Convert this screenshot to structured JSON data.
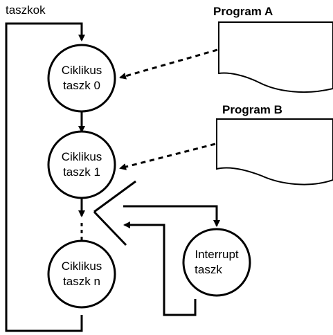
{
  "diagram": {
    "top_label": "taszkok",
    "program_a_title": "Program A",
    "program_b_title": "Program B",
    "task_0": {
      "line1": "Ciklikus",
      "line2": "taszk 0"
    },
    "task_1": {
      "line1": "Ciklikus",
      "line2": "taszk 1"
    },
    "task_n": {
      "line1": "Ciklikus",
      "line2": "taszk n"
    },
    "interrupt_task": {
      "line1": "Interrupt",
      "line2": "taszk"
    }
  }
}
